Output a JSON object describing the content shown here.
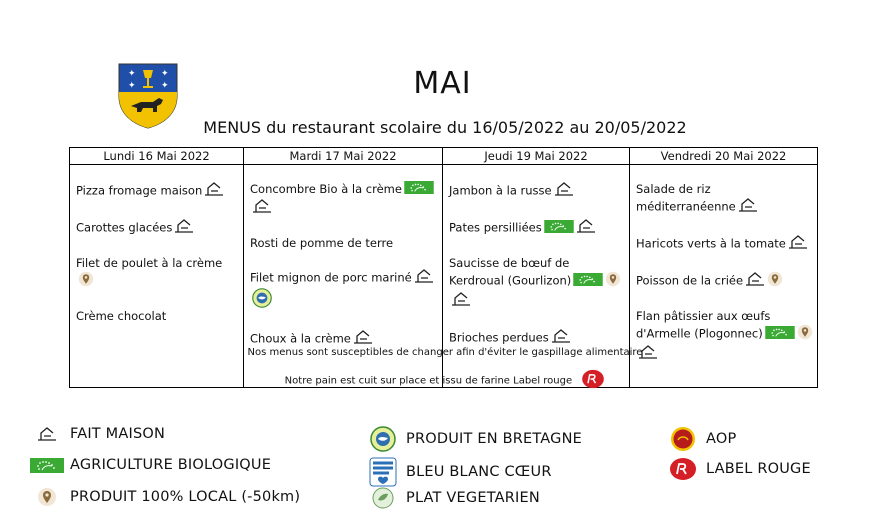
{
  "header": {
    "title": "MAI",
    "subtitle": "MENUS du restaurant scolaire du 16/05/2022 au 20/05/2022"
  },
  "days": [
    {
      "label": "Lundi 16 Mai 2022",
      "items": [
        {
          "text": "Pizza fromage maison",
          "icons": [
            "house-icon"
          ]
        },
        {
          "text": "Carottes glacées",
          "icons": [
            "house-icon"
          ]
        },
        {
          "text": "Filet de poulet à la crème",
          "icons": [
            "location-pin-icon"
          ]
        },
        {
          "text": "Crème chocolat",
          "icons": []
        }
      ]
    },
    {
      "label": "Mardi 17 Mai 2022",
      "items": [
        {
          "text": "Concombre Bio à la crème",
          "icons": [
            "organic-leaf-icon",
            "house-icon"
          ]
        },
        {
          "text": "Rosti de pomme de terre",
          "icons": []
        },
        {
          "text": "Filet mignon de porc mariné",
          "icons": [
            "house-icon",
            "bretagne-icon"
          ]
        },
        {
          "text": "Choux à la crème",
          "icons": [
            "house-icon"
          ]
        }
      ]
    },
    {
      "label": "Jeudi 19 Mai 2022",
      "items": [
        {
          "text": "Jambon à la russe",
          "icons": [
            "house-icon"
          ]
        },
        {
          "text": "Pates persilliées",
          "icons": [
            "organic-leaf-icon",
            "house-icon"
          ]
        },
        {
          "text": "Saucisse de bœuf de Kerdroual (Gourlizon)",
          "icons": [
            "organic-leaf-icon",
            "location-pin-icon",
            "house-icon"
          ]
        },
        {
          "text": "Brioches perdues",
          "icons": [
            "house-icon"
          ]
        }
      ]
    },
    {
      "label": "Vendredi 20 Mai 2022",
      "items": [
        {
          "text": "Salade de riz méditerranéenne",
          "icons": [
            "house-icon"
          ]
        },
        {
          "text": "Haricots verts à la tomate",
          "icons": [
            "house-icon"
          ]
        },
        {
          "text": "Poisson de la criée",
          "icons": [
            "house-icon",
            "location-pin-icon"
          ]
        },
        {
          "text": "Flan pâtissier aux œufs d'Armelle (Plogonnec)",
          "icons": [
            "organic-leaf-icon",
            "location-pin-icon",
            "house-icon"
          ]
        }
      ]
    }
  ],
  "notes": {
    "waste": "Nos menus sont susceptibles de changer afin d'éviter le gaspillage alimentaire",
    "bread": "Notre pain est cuit sur place et issu de farine Label rouge"
  },
  "legend": {
    "fait_maison": "FAIT MAISON",
    "bio": "AGRICULTURE BIOLOGIQUE",
    "local": "PRODUIT 100% LOCAL (-50km)",
    "bretagne": "PRODUIT EN BRETAGNE",
    "bleu_blanc_coeur": "BLEU BLANC CŒUR",
    "vegetarien": "PLAT VEGETARIEN",
    "aop": "AOP",
    "label_rouge": "LABEL ROUGE"
  },
  "colors": {
    "organic_green": "#3aaa35",
    "pin_brown": "#8a6a3a",
    "label_red": "#d41f26",
    "aop_red": "#b71c1c",
    "crest_blue": "#1f4fa8",
    "crest_yellow": "#f2c200"
  }
}
